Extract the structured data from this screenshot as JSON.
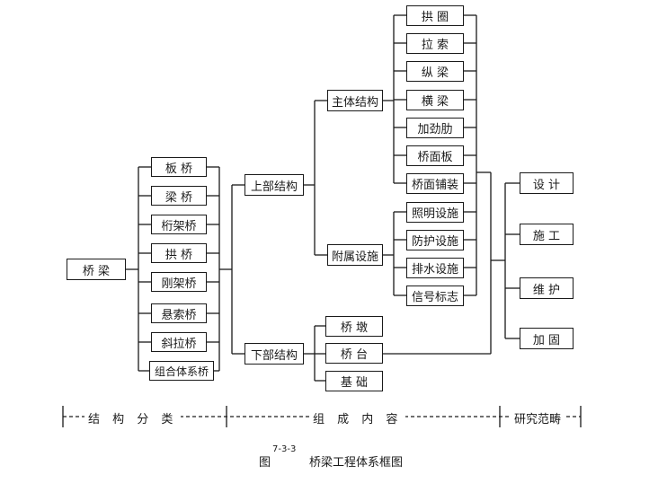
{
  "root": "桥 梁",
  "categories": [
    "板 桥",
    "梁 桥",
    "桁架桥",
    "拱 桥",
    "刚架桥",
    "悬索桥",
    "斜拉桥",
    "组合体系桥"
  ],
  "upper": "上部结构",
  "lower": "下部结构",
  "main_structure": "主体结构",
  "auxiliary": "附属设施",
  "main_items": [
    "拱 圈",
    "拉 索",
    "纵 梁",
    "横 梁",
    "加劲肋",
    "桥面板",
    "桥面铺装"
  ],
  "aux_items": [
    "照明设施",
    "防护设施",
    "排水设施",
    "信号标志"
  ],
  "lower_items": [
    "桥 墩",
    "桥 台",
    "基 础"
  ],
  "research": [
    "设 计",
    "施 工",
    "维 护",
    "加 固"
  ],
  "bands": [
    "结 构 分 类",
    "组 成 内 容",
    "研究范畴"
  ],
  "caption": {
    "prefix": "图",
    "number": "7-3-3",
    "title": "桥梁工程体系框图"
  }
}
